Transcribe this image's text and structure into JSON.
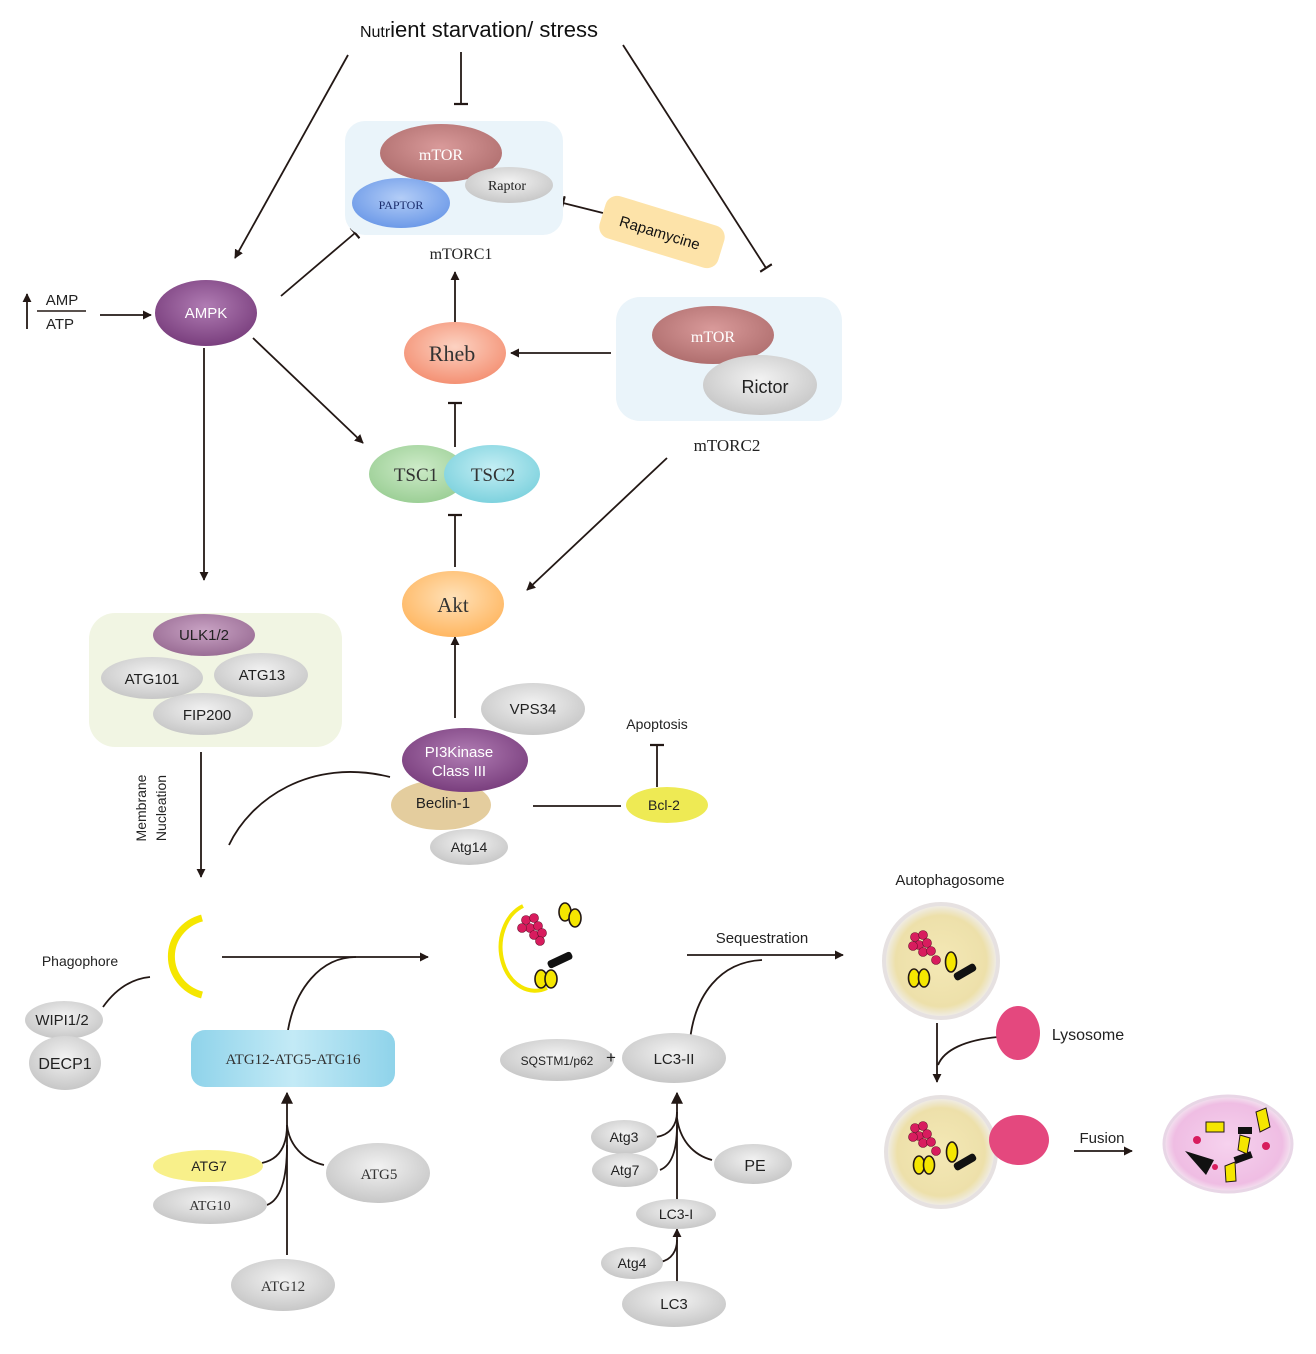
{
  "title": {
    "prefix": "Nutr",
    "rest": "ient starvation/ stress"
  },
  "mtorc1": {
    "mtor": "mTOR",
    "raptor": "Raptor",
    "paptor": "PAPTOR",
    "label": "mTORC1"
  },
  "rapamycine": "Rapamycine",
  "mtorc2": {
    "mtor": "mTOR",
    "rictor": "Rictor",
    "label": "mTORC2"
  },
  "amp_atp": {
    "amp": "AMP",
    "atp": "ATP",
    "up_arrow": "↑"
  },
  "ampk": "AMPK",
  "rheb": "Rheb",
  "tsc": {
    "tsc1": "TSC1",
    "tsc2": "TSC2"
  },
  "akt": "Akt",
  "ulk_complex": {
    "ulk": "ULK1/2",
    "atg101": "ATG101",
    "atg13": "ATG13",
    "fip200": "FIP200"
  },
  "membrane_nucleation": {
    "line1": "Membrane",
    "line2": "Nucleation"
  },
  "pi3k_complex": {
    "vps34": "VPS34",
    "pi3k_line1": "PI3Kinase",
    "pi3k_line2": "Class III",
    "beclin": "Beclin-1",
    "atg14": "Atg14"
  },
  "apoptosis": "Apoptosis",
  "bcl2": "Bcl-2",
  "phagophore": "Phagophore",
  "wipi": "WIPI1/2",
  "decp1": "DECP1",
  "atg_conjugate": "ATG12-ATG5-ATG16",
  "atg_inputs": {
    "atg7": "ATG7",
    "atg10": "ATG10",
    "atg5": "ATG5",
    "atg12": "ATG12"
  },
  "sequestration": "Sequestration",
  "autophagosome": "Autophagosome",
  "lc3": {
    "sqstm": "SQSTM1/p62",
    "plus": "+",
    "lc3ii": "LC3-II",
    "atg3": "Atg3",
    "atg7": "Atg7",
    "pe": "PE",
    "lc3i": "LC3-I",
    "atg4": "Atg4",
    "lc3": "LC3"
  },
  "lysosome": "Lysosome",
  "fusion": "Fusion",
  "colors": {
    "arrow": "#231815",
    "yellow": "#f5e600",
    "pink": "#e4487e",
    "cargo_red": "#d81c5e",
    "grey": "#d3d3d3",
    "purple": "#8a5590",
    "peach": "#f9a98a",
    "orange_light": "#ffc586",
    "cyan_box": "#a2dbee",
    "tan": "#e4cd9e"
  },
  "icons": [
    "inhibition-bar",
    "activation-arrow",
    "cargo-particles"
  ]
}
